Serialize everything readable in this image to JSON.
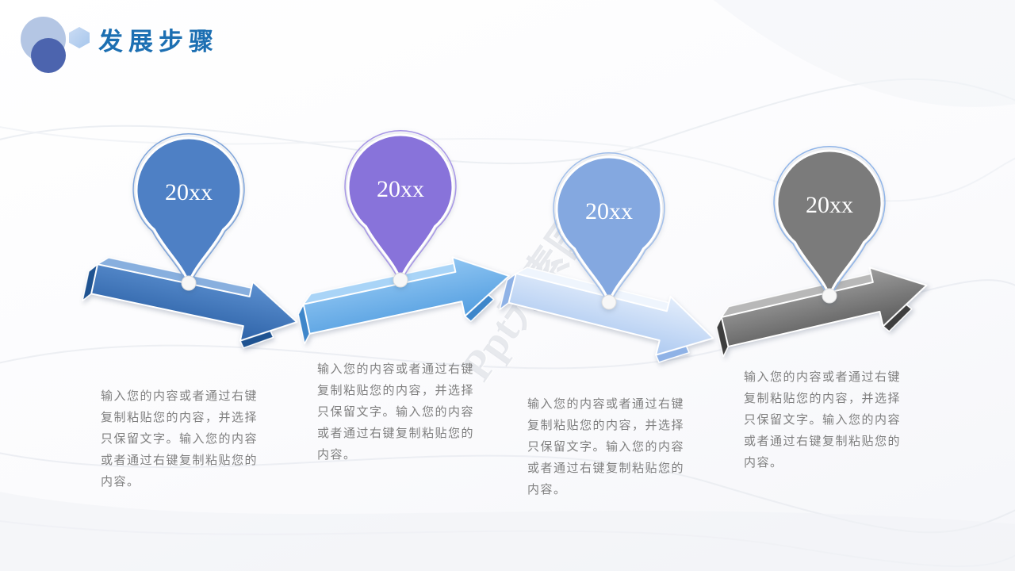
{
  "slide": {
    "header": {
      "title": "发展步骤",
      "title_color": "#1C6FB2",
      "decor": {
        "big_circle_color": "#B4C6E4",
        "small_circle_color": "#4C64AE",
        "hexagon_color": "#BCD2F0"
      }
    },
    "watermark": "Ppt元素园",
    "body_text_color": "#7F7F7F",
    "steps": [
      {
        "year": "20xx",
        "pin_fill": "#4E80C5",
        "pin_ring": "#7EA4DA",
        "arrow": {
          "from": "#5C90D0",
          "to": "#2E63A8",
          "top": "#88AFDE",
          "cap": "#1F5391"
        },
        "desc_lines": [
          "输入您的内容或者通过右键",
          "复制粘贴您的内容，并选择",
          "只保留文字。输入您的内容",
          "或者通过右键复制粘贴您的",
          "内容。"
        ]
      },
      {
        "year": "20xx",
        "pin_fill": "#8873DA",
        "pin_ring": "#A796E6",
        "arrow": {
          "from": "#8FC5F2",
          "to": "#539EE0",
          "top": "#A9D4F7",
          "cap": "#3E86CA"
        },
        "desc_lines": [
          "输入您的内容或者通过右键",
          "复制粘贴您的内容，并选择",
          "只保留文字。输入您的内容",
          "或者通过右键复制粘贴您的",
          "内容。"
        ]
      },
      {
        "year": "20xx",
        "pin_fill": "#84A8E0",
        "pin_ring": "#A2BFEA",
        "arrow": {
          "from": "#E3EDFB",
          "to": "#AECAF1",
          "top": "#EFF5FD",
          "cap": "#8FB2E6"
        },
        "desc_lines": [
          "输入您的内容或者通过右键",
          "复制粘贴您的内容，并选择",
          "只保留文字。输入您的内容",
          "或者通过右键复制粘贴您的",
          "内容。"
        ]
      },
      {
        "year": "20xx",
        "pin_fill": "#7B7B7B",
        "pin_ring": "#8FB4E8",
        "arrow": {
          "from": "#9E9E9E",
          "to": "#5A5A5A",
          "top": "#B8B8B8",
          "cap": "#3E3E3E"
        },
        "desc_lines": [
          "输入您的内容或者通过右键",
          "复制粘贴您的内容，并选择",
          "只保留文字。输入您的内容",
          "或者通过右键复制粘贴您的",
          "内容。"
        ]
      }
    ]
  }
}
